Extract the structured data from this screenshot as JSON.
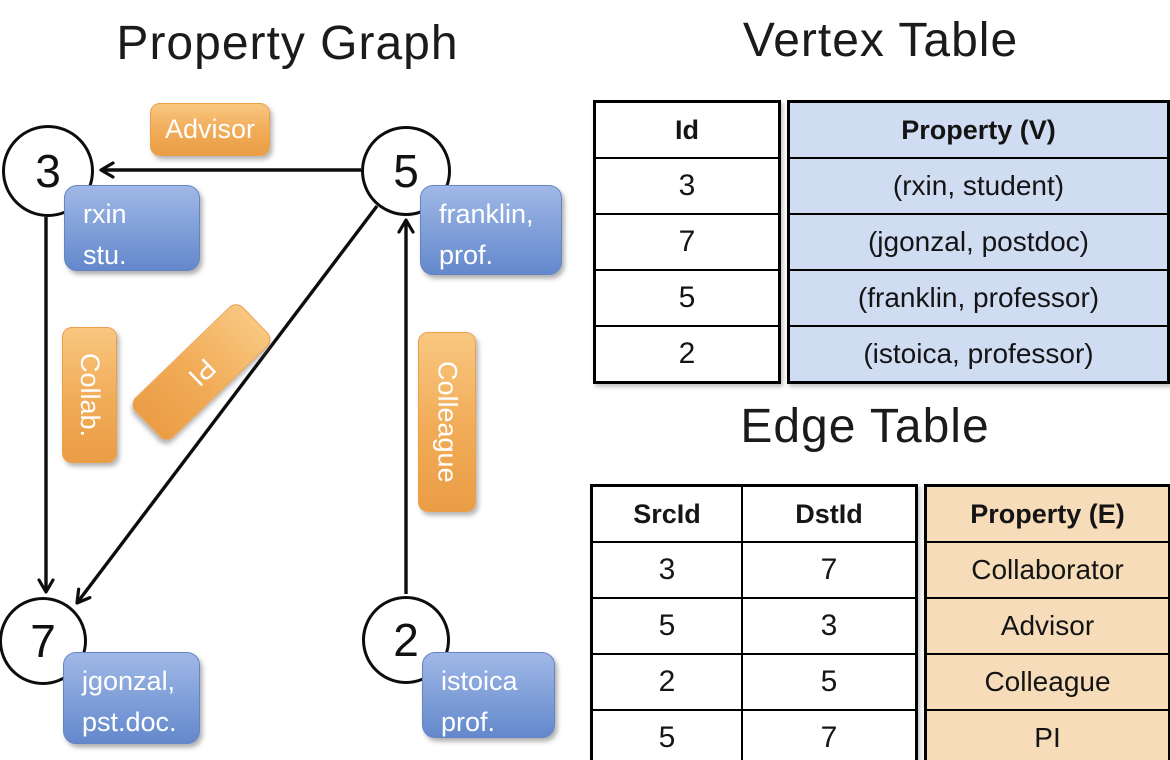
{
  "graph": {
    "title": "Property Graph",
    "nodes": [
      {
        "id": "3",
        "property_lines": [
          "rxin",
          "stu."
        ]
      },
      {
        "id": "5",
        "property_lines": [
          "franklin,",
          "prof."
        ]
      },
      {
        "id": "7",
        "property_lines": [
          "jgonzal,",
          "pst.doc."
        ]
      },
      {
        "id": "2",
        "property_lines": [
          "istoica",
          "prof."
        ]
      }
    ],
    "edge_labels": [
      {
        "name": "advisor",
        "label": "Advisor"
      },
      {
        "name": "collaborator",
        "label": "Collab."
      },
      {
        "name": "pi",
        "label": "PI"
      },
      {
        "name": "colleague",
        "label": "Colleague"
      }
    ]
  },
  "vertex_table": {
    "title": "Vertex Table",
    "columns": [
      "Id",
      "Property (V)"
    ],
    "rows": [
      [
        "3",
        "(rxin, student)"
      ],
      [
        "7",
        "(jgonzal, postdoc)"
      ],
      [
        "5",
        "(franklin, professor)"
      ],
      [
        "2",
        "(istoica, professor)"
      ]
    ]
  },
  "edge_table": {
    "title": "Edge Table",
    "columns": [
      "SrcId",
      "DstId",
      "Property (E)"
    ],
    "rows": [
      [
        "3",
        "7",
        "Collaborator"
      ],
      [
        "5",
        "3",
        "Advisor"
      ],
      [
        "2",
        "5",
        "Colleague"
      ],
      [
        "5",
        "7",
        "PI"
      ]
    ]
  },
  "colors": {
    "vertex_box_blue": "#7e9ed8",
    "edge_box_orange": "#f1ab57",
    "vertex_cell_bg": "#cfdcf2",
    "edge_cell_bg": "#f7dcba",
    "line_black": "#0d0d0d"
  }
}
